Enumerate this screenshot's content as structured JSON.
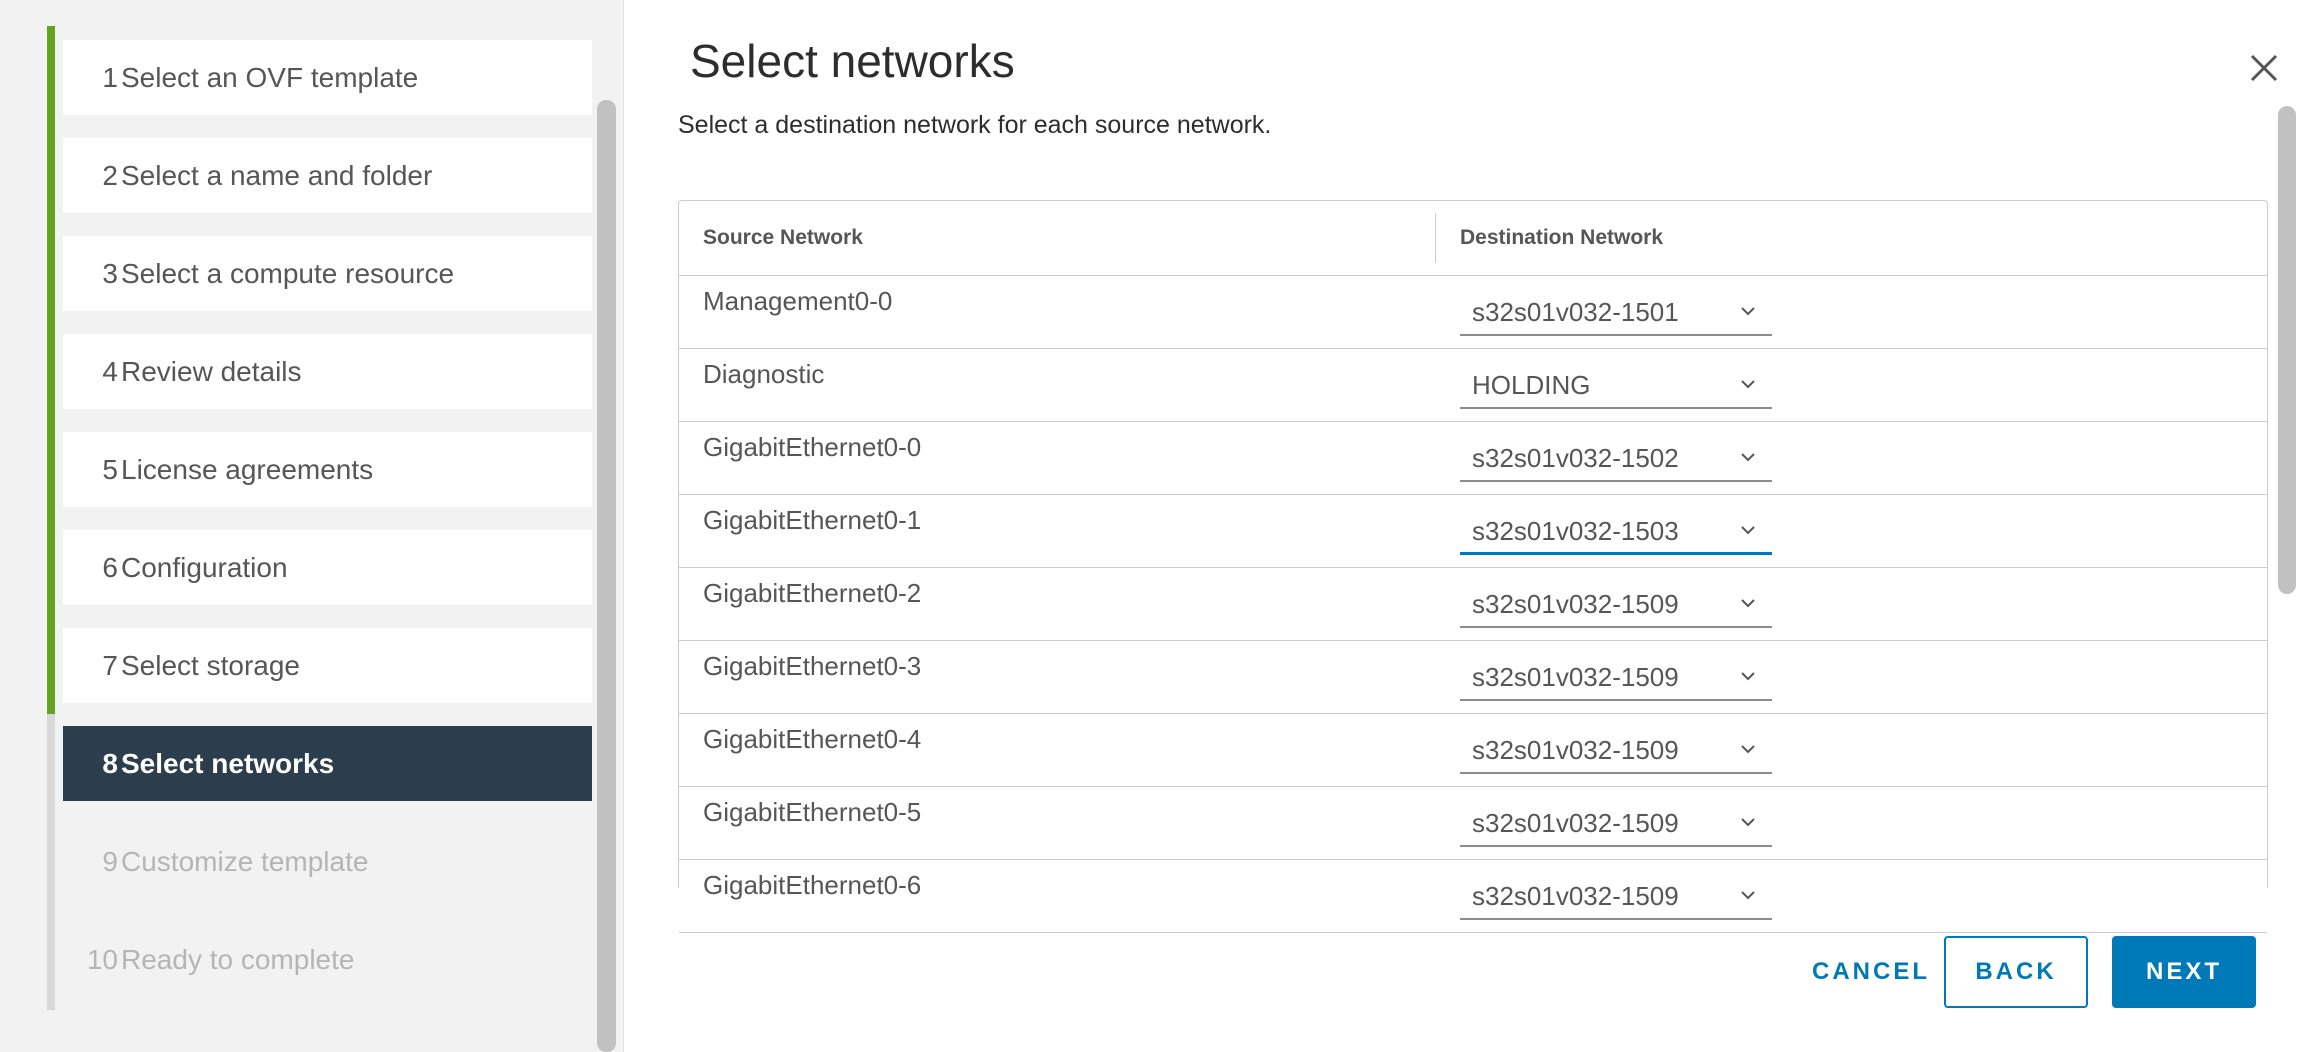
{
  "steps": [
    {
      "num": "1",
      "label": "Select an OVF template",
      "state": "completed"
    },
    {
      "num": "2",
      "label": "Select a name and folder",
      "state": "completed"
    },
    {
      "num": "3",
      "label": "Select a compute resource",
      "state": "completed"
    },
    {
      "num": "4",
      "label": "Review details",
      "state": "completed"
    },
    {
      "num": "5",
      "label": "License agreements",
      "state": "completed"
    },
    {
      "num": "6",
      "label": "Configuration",
      "state": "completed"
    },
    {
      "num": "7",
      "label": "Select storage",
      "state": "completed"
    },
    {
      "num": "8",
      "label": "Select networks",
      "state": "active"
    },
    {
      "num": "9",
      "label": "Customize template",
      "state": "pending"
    },
    {
      "num": "10",
      "label": "Ready to complete",
      "state": "pending"
    }
  ],
  "page": {
    "title": "Select networks",
    "subtitle": "Select a destination network for each source network."
  },
  "table": {
    "headers": {
      "source": "Source Network",
      "destination": "Destination Network"
    },
    "rows": [
      {
        "source": "Management0-0",
        "destination": "s32s01v032-1501"
      },
      {
        "source": "Diagnostic",
        "destination": "HOLDING"
      },
      {
        "source": "GigabitEthernet0-0",
        "destination": "s32s01v032-1502"
      },
      {
        "source": "GigabitEthernet0-1",
        "destination": "s32s01v032-1503",
        "focused": true
      },
      {
        "source": "GigabitEthernet0-2",
        "destination": "s32s01v032-1509"
      },
      {
        "source": "GigabitEthernet0-3",
        "destination": "s32s01v032-1509"
      },
      {
        "source": "GigabitEthernet0-4",
        "destination": "s32s01v032-1509"
      },
      {
        "source": "GigabitEthernet0-5",
        "destination": "s32s01v032-1509"
      },
      {
        "source": "GigabitEthernet0-6",
        "destination": "s32s01v032-1509"
      }
    ]
  },
  "buttons": {
    "cancel": "CANCEL",
    "back": "BACK",
    "next": "NEXT"
  },
  "icons": {
    "close": "close-icon",
    "dropdown": "chevron-down-icon"
  },
  "colors": {
    "accent": "#0079b8",
    "progress_complete": "#62a420",
    "active_step_bg": "#2c3e4e"
  }
}
